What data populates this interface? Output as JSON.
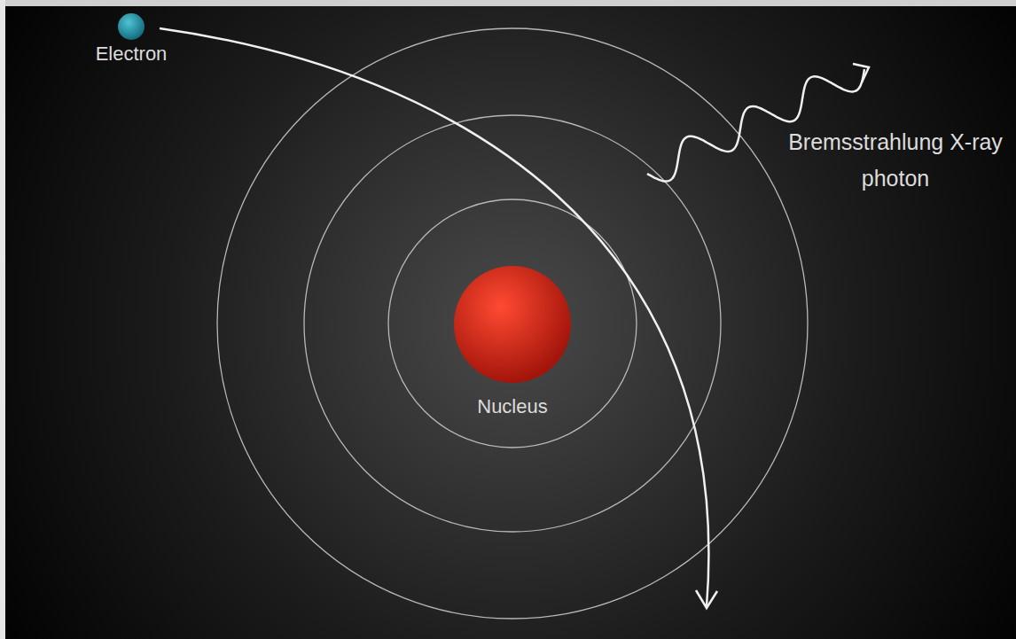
{
  "diagram": {
    "nodes": [
      {
        "text": [
          "Electron"
        ]
      },
      {
        "text": [
          "Nucleus"
        ]
      }
    ],
    "labels": [
      "Bremsstrahlung X-ray photon"
    ]
  }
}
